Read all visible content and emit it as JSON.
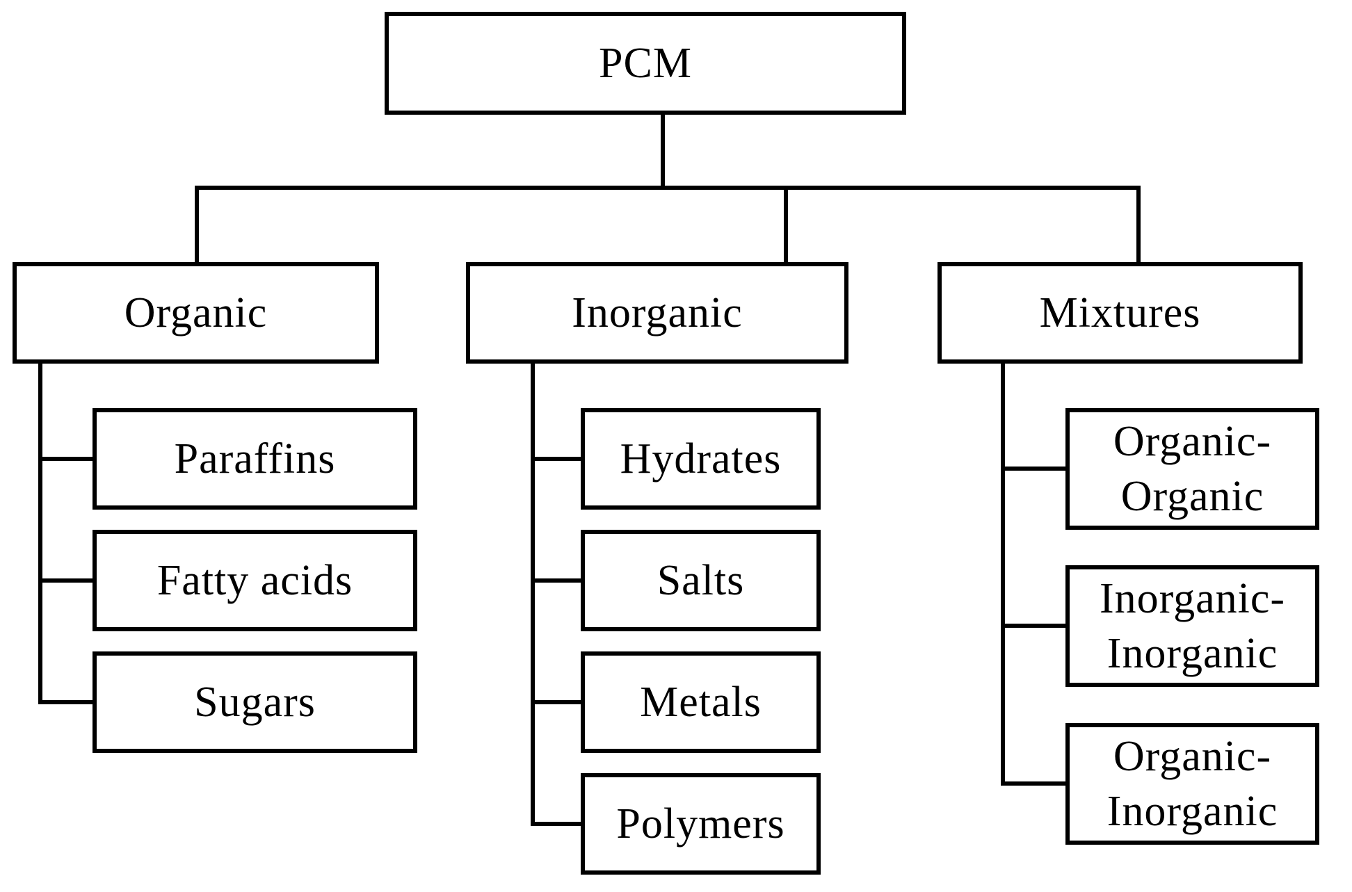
{
  "diagram": {
    "type": "tree",
    "root": {
      "label": "PCM"
    },
    "branches": [
      {
        "label": "Organic",
        "children": [
          {
            "label": "Paraffins"
          },
          {
            "label": "Fatty acids"
          },
          {
            "label": "Sugars"
          }
        ]
      },
      {
        "label": "Inorganic",
        "children": [
          {
            "label": "Hydrates"
          },
          {
            "label": "Salts"
          },
          {
            "label": "Metals"
          },
          {
            "label": "Polymers"
          }
        ]
      },
      {
        "label": "Mixtures",
        "children": [
          {
            "label": "Organic-\nOrganic"
          },
          {
            "label": "Inorganic-\nInorganic"
          },
          {
            "label": "Organic-\nInorganic"
          }
        ]
      }
    ],
    "colors": {
      "line": "#000000",
      "box_fill": "#ffffff",
      "text": "#000000",
      "background": "#ffffff"
    }
  }
}
